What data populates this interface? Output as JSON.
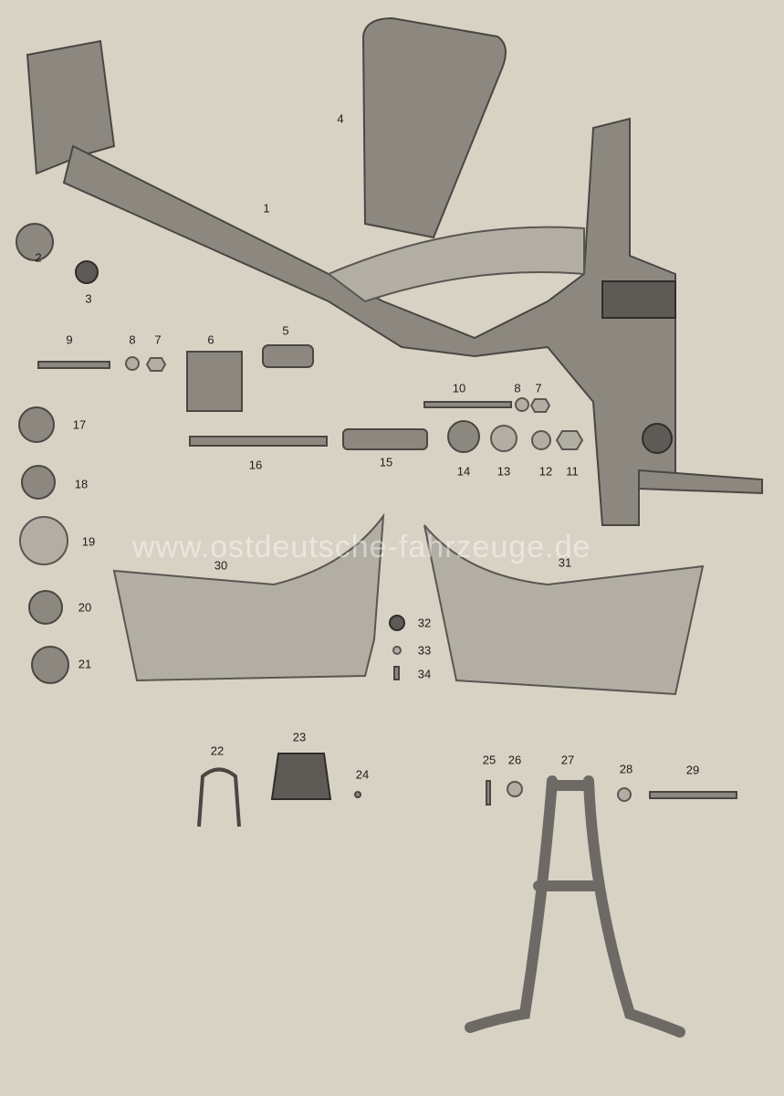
{
  "labels": [
    "1",
    "2",
    "3",
    "4",
    "5",
    "6",
    "7",
    "8",
    "9",
    "7",
    "8",
    "10",
    "11",
    "12",
    "13",
    "14",
    "15",
    "16",
    "17",
    "18",
    "19",
    "20",
    "21",
    "22",
    "23",
    "24",
    "25",
    "26",
    "27",
    "28",
    "29",
    "30",
    "31",
    "32",
    "33",
    "34"
  ],
  "watermark": "www.ostdeutsche-fahrzeuge.de",
  "colors": {
    "paper": "#d8d2c5",
    "part": "#8c8880",
    "ink": "#1e1c1a"
  }
}
